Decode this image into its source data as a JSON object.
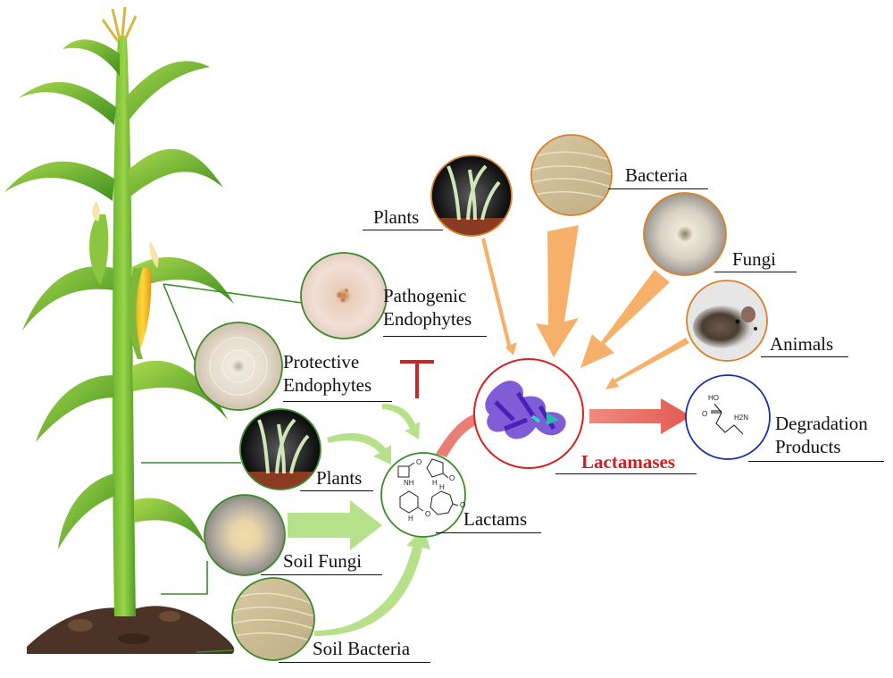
{
  "labels": {
    "pathogenic_line1": "Pathogenic",
    "pathogenic_line2": "Endophytes",
    "protective_line1": "Protective",
    "protective_line2": "Endophytes",
    "plants_left": "Plants",
    "soil_fungi": "Soil Fungi",
    "soil_bacteria": "Soil Bacteria",
    "lactams": "Lactams",
    "plants_top": "Plants",
    "bacteria_top": "Bacteria",
    "fungi_top": "Fungi",
    "animals": "Animals",
    "lactamases": "Lactamases",
    "degradation_line1": "Degradation",
    "degradation_line2": "Products",
    "chem_ho": "HO",
    "chem_h2n": "H2N",
    "chem_o": "O",
    "chem_n": "N",
    "chem_h": "H"
  },
  "colors": {
    "ring_green": "#3c8a2a",
    "ring_orange": "#d9822b",
    "ring_red": "#d62020",
    "ring_blue": "#1a2fa3",
    "arrow_orange": "#f7b06a",
    "arrow_green": "#b6e08a",
    "inhibit_red": "#c62828",
    "label_red": "#cc1f1f"
  }
}
